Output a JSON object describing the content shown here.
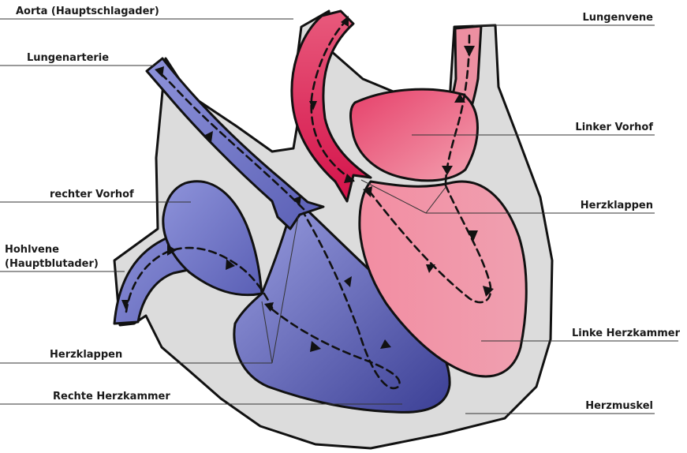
{
  "labels": {
    "aorta": "Aorta (Hauptschlagader)",
    "lungenarterie": "Lungenarterie",
    "rechter_vorhof": "rechter Vorhof",
    "hohlvene_1": "Hohlvene",
    "hohlvene_2": "(Hauptblutader)",
    "herzklappen_left": "Herzklappen",
    "rechte_herzkammer": "Rechte Herzkammer",
    "lungenvene": "Lungenvene",
    "linker_vorhof": "Linker Vorhof",
    "herzklappen_right": "Herzklappen",
    "linke_herzkammer": "Linke Herzkammer",
    "herzmuskel": "Herzmuskel"
  },
  "colors": {
    "muscle": "#dcdcdc",
    "deoxygenated_light": "#8b8fd4",
    "deoxygenated_dark": "#3a3f94",
    "oxygenated_light": "#f4a3b3",
    "oxygenated_dark": "#d9184f"
  }
}
